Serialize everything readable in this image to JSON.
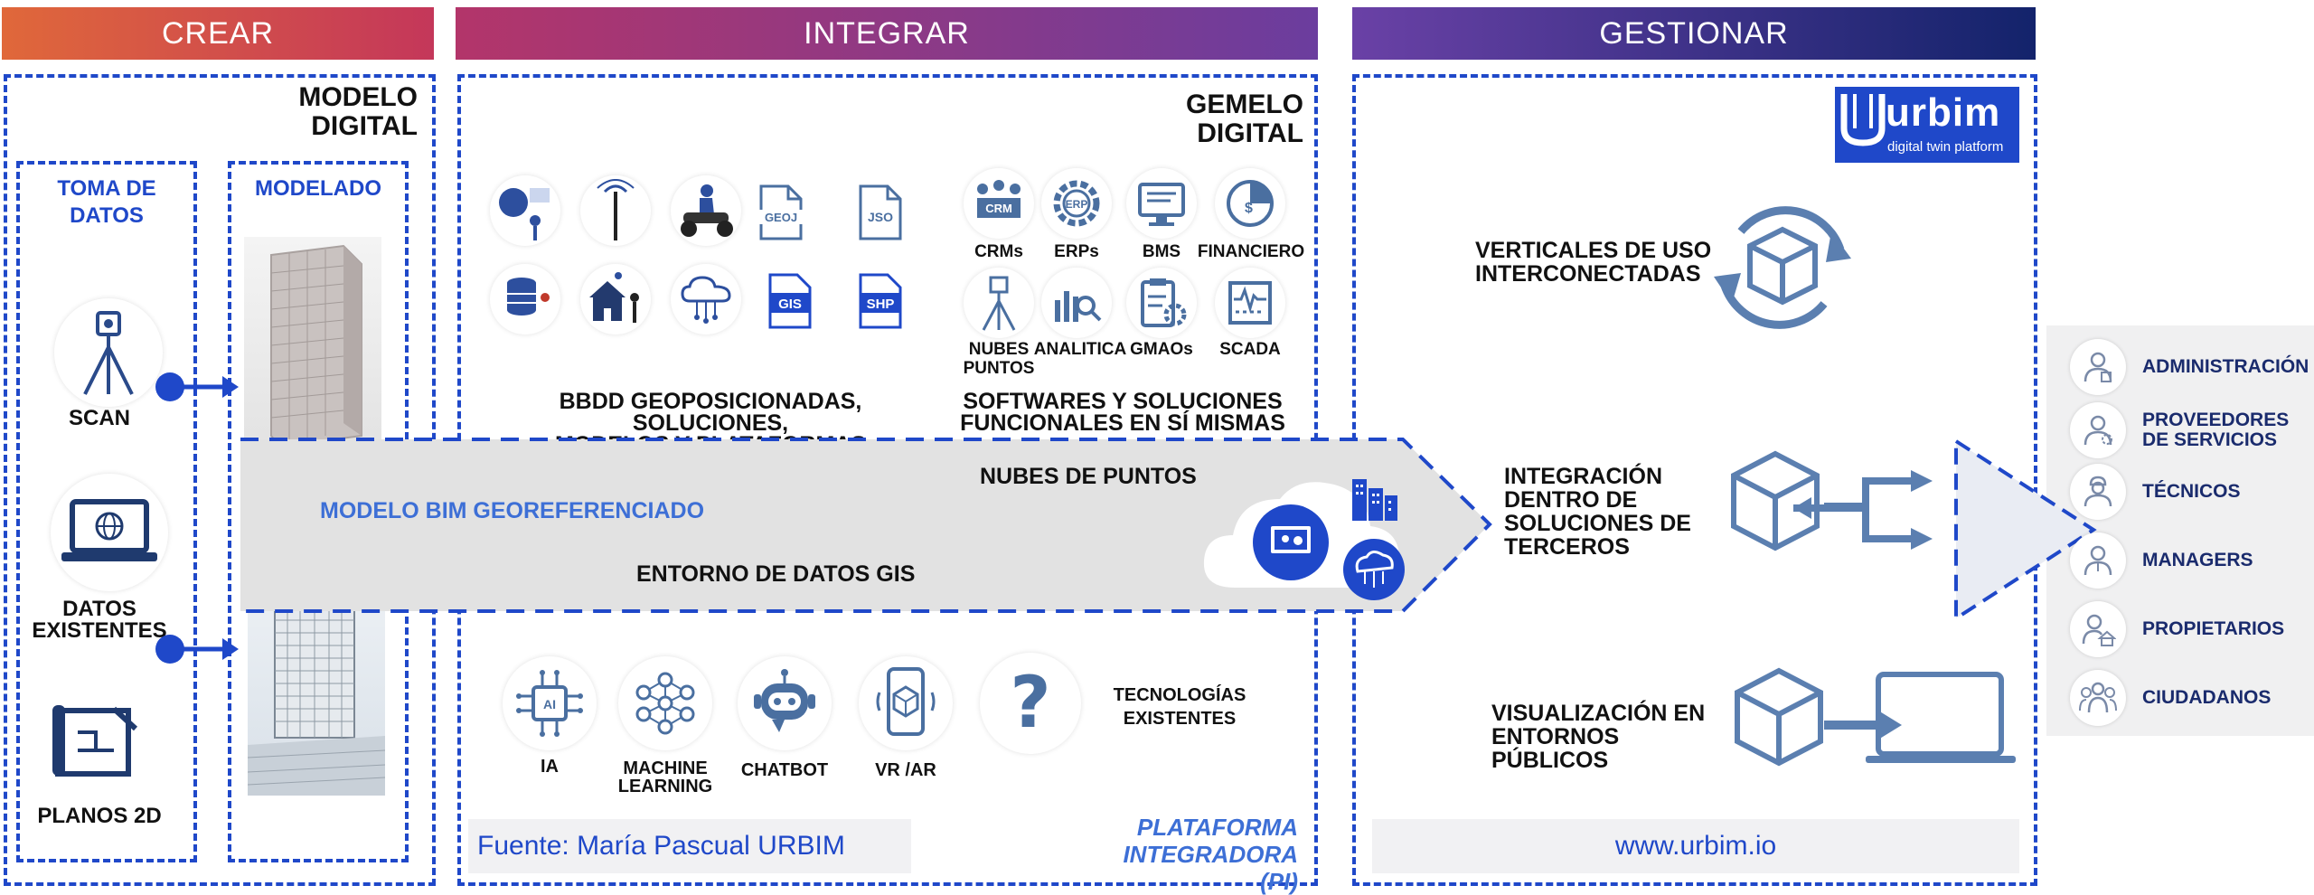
{
  "headers": {
    "crear": "CREAR",
    "integrar": "INTEGRAR",
    "gestionar": "GESTIONAR"
  },
  "crear": {
    "title": "MODELO\nDIGITAL",
    "toma_title": "TOMA DE\nDATOS",
    "modelado_title": "MODELADO",
    "scan": "SCAN",
    "datos": "DATOS\nEXISTENTES",
    "planos": "PLANOS 2D"
  },
  "integrar": {
    "title": "GEMELO\nDIGITAL",
    "left_caption": "BBDD GEOPOSICIONADAS, SOLUCIONES,\nMODELOS Y PLATAFORMAS",
    "right_caption": "SOFTWARES Y SOLUCIONES\nFUNCIONALES EN SÍ MISMAS",
    "doc_icons": [
      "GEOJ",
      "JSO",
      "GIS",
      "SHP"
    ],
    "software_row1": [
      "CRMs",
      "ERPs",
      "BMS",
      "FINANCIERO"
    ],
    "software_row2": [
      "NUBES\nPUNTOS",
      "ANALITICA",
      "GMAOs",
      "SCADA"
    ],
    "tech": [
      "IA",
      "MACHINE\nLEARNING",
      "CHATBOT",
      "VR /AR"
    ],
    "tech_existing": "TECNOLOGÍAS\nEXISTENTES",
    "question_mark": "?",
    "ai_chip": "AI",
    "crm_badge": "CRM",
    "erp_badge": "ERP",
    "source": "Fuente: María Pascual URBIM",
    "platform": "PLATAFORMA INTEGRADORA\n(PI)"
  },
  "arrow": {
    "bim": "MODELO BIM GEOREFERENCIADO",
    "nubes": "NUBES DE PUNTOS",
    "gis": "ENTORNO DE DATOS GIS"
  },
  "gestionar": {
    "logo": "urbim",
    "logo_sub": "digital twin platform",
    "verticales": "VERTICALES DE USO\nINTERCONECTADAS",
    "integracion": "INTEGRACIÓN\nDENTRO DE\nSOLUCIONES DE\nTERCEROS",
    "visualizacion": "VISUALIZACIÓN EN\nENTORNOS PÚBLICOS",
    "url": "www.urbim.io"
  },
  "stakeholders": [
    "ADMINISTRACIÓN",
    "PROVEEDORES\nDE SERVICIOS",
    "TÉCNICOS",
    "MANAGERS",
    "PROPIETARIOS",
    "CIUDADANOS"
  ],
  "colors": {
    "dashed_blue": "#1f48c9",
    "crear_gradient": [
      "#e0683a",
      "#c4375a"
    ],
    "integrar_gradient": [
      "#b3356a",
      "#6b3d9e"
    ],
    "gestionar_gradient": [
      "#6a41a6",
      "#13236b"
    ],
    "icon_slate": "#4a6fa0",
    "arrow_grey": "#e2e2e2"
  }
}
